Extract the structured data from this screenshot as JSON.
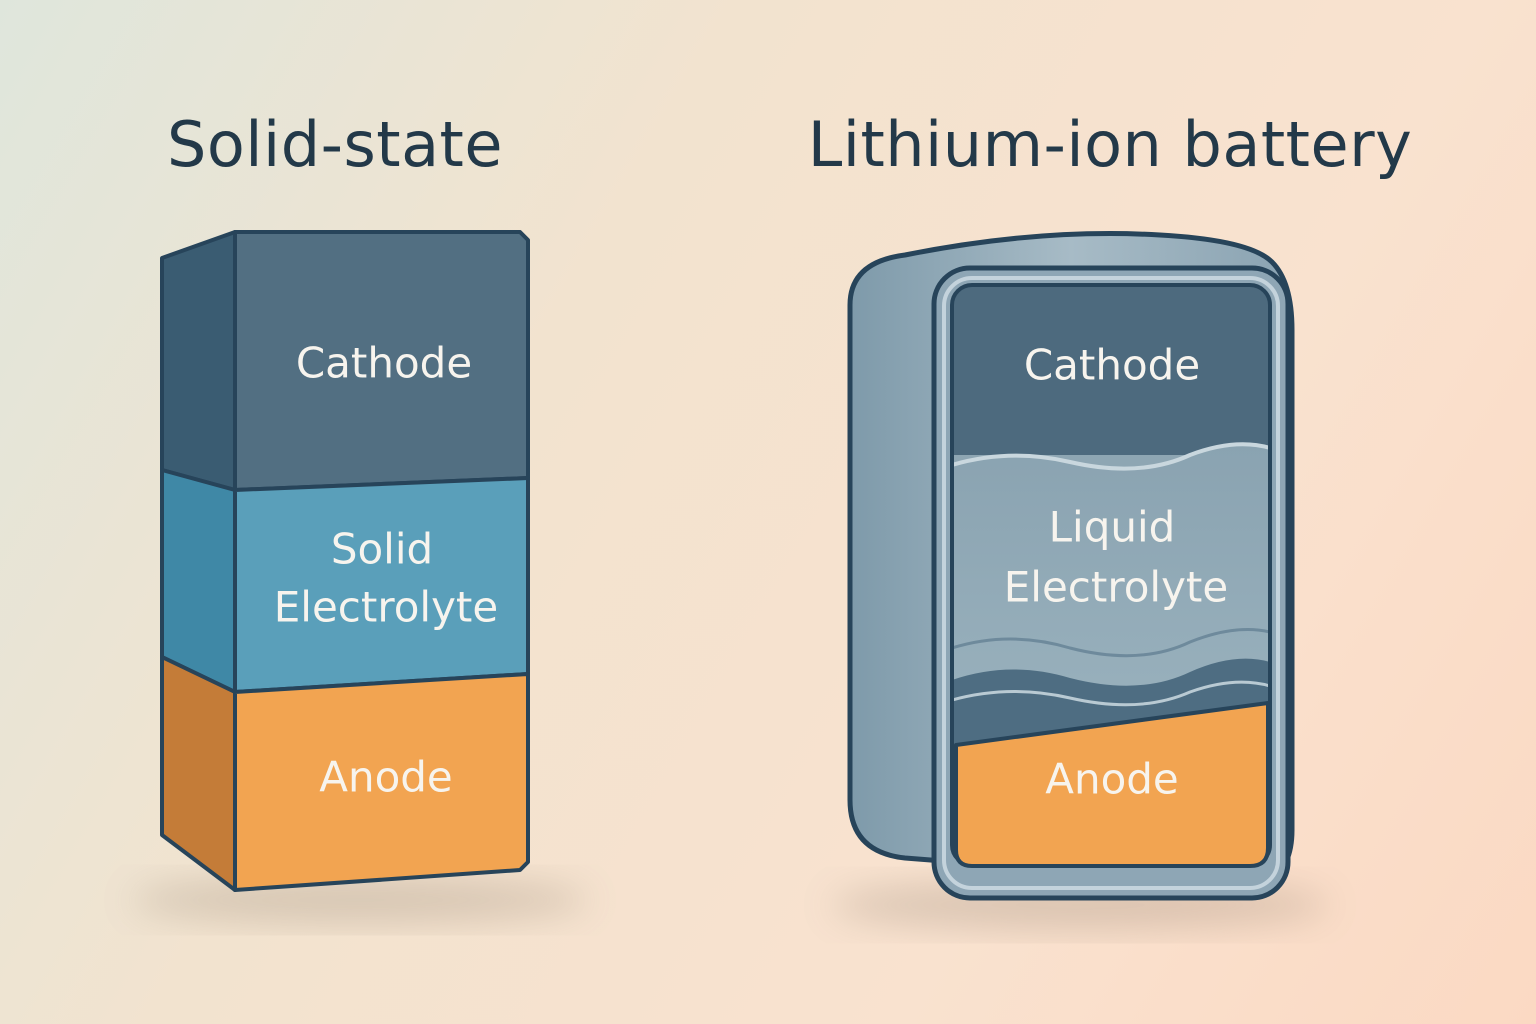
{
  "solid_state": {
    "title": "Solid-state",
    "layers": {
      "cathode": "Cathode",
      "electrolyte_line1": "Solid",
      "electrolyte_line2": "Electrolyte",
      "anode": "Anode"
    }
  },
  "lithium_ion": {
    "title": "Lithium-ion battery",
    "layers": {
      "cathode": "Cathode",
      "electrolyte_line1": "Liquid",
      "electrolyte_line2": "Electrolyte",
      "anode": "Anode"
    }
  },
  "colors": {
    "cathode": "#526f82",
    "solid_electrolyte": "#5a9fba",
    "liquid_electrolyte": "#8ea6b3",
    "anode": "#f2a451",
    "outline": "#27445a",
    "title": "#233949"
  }
}
